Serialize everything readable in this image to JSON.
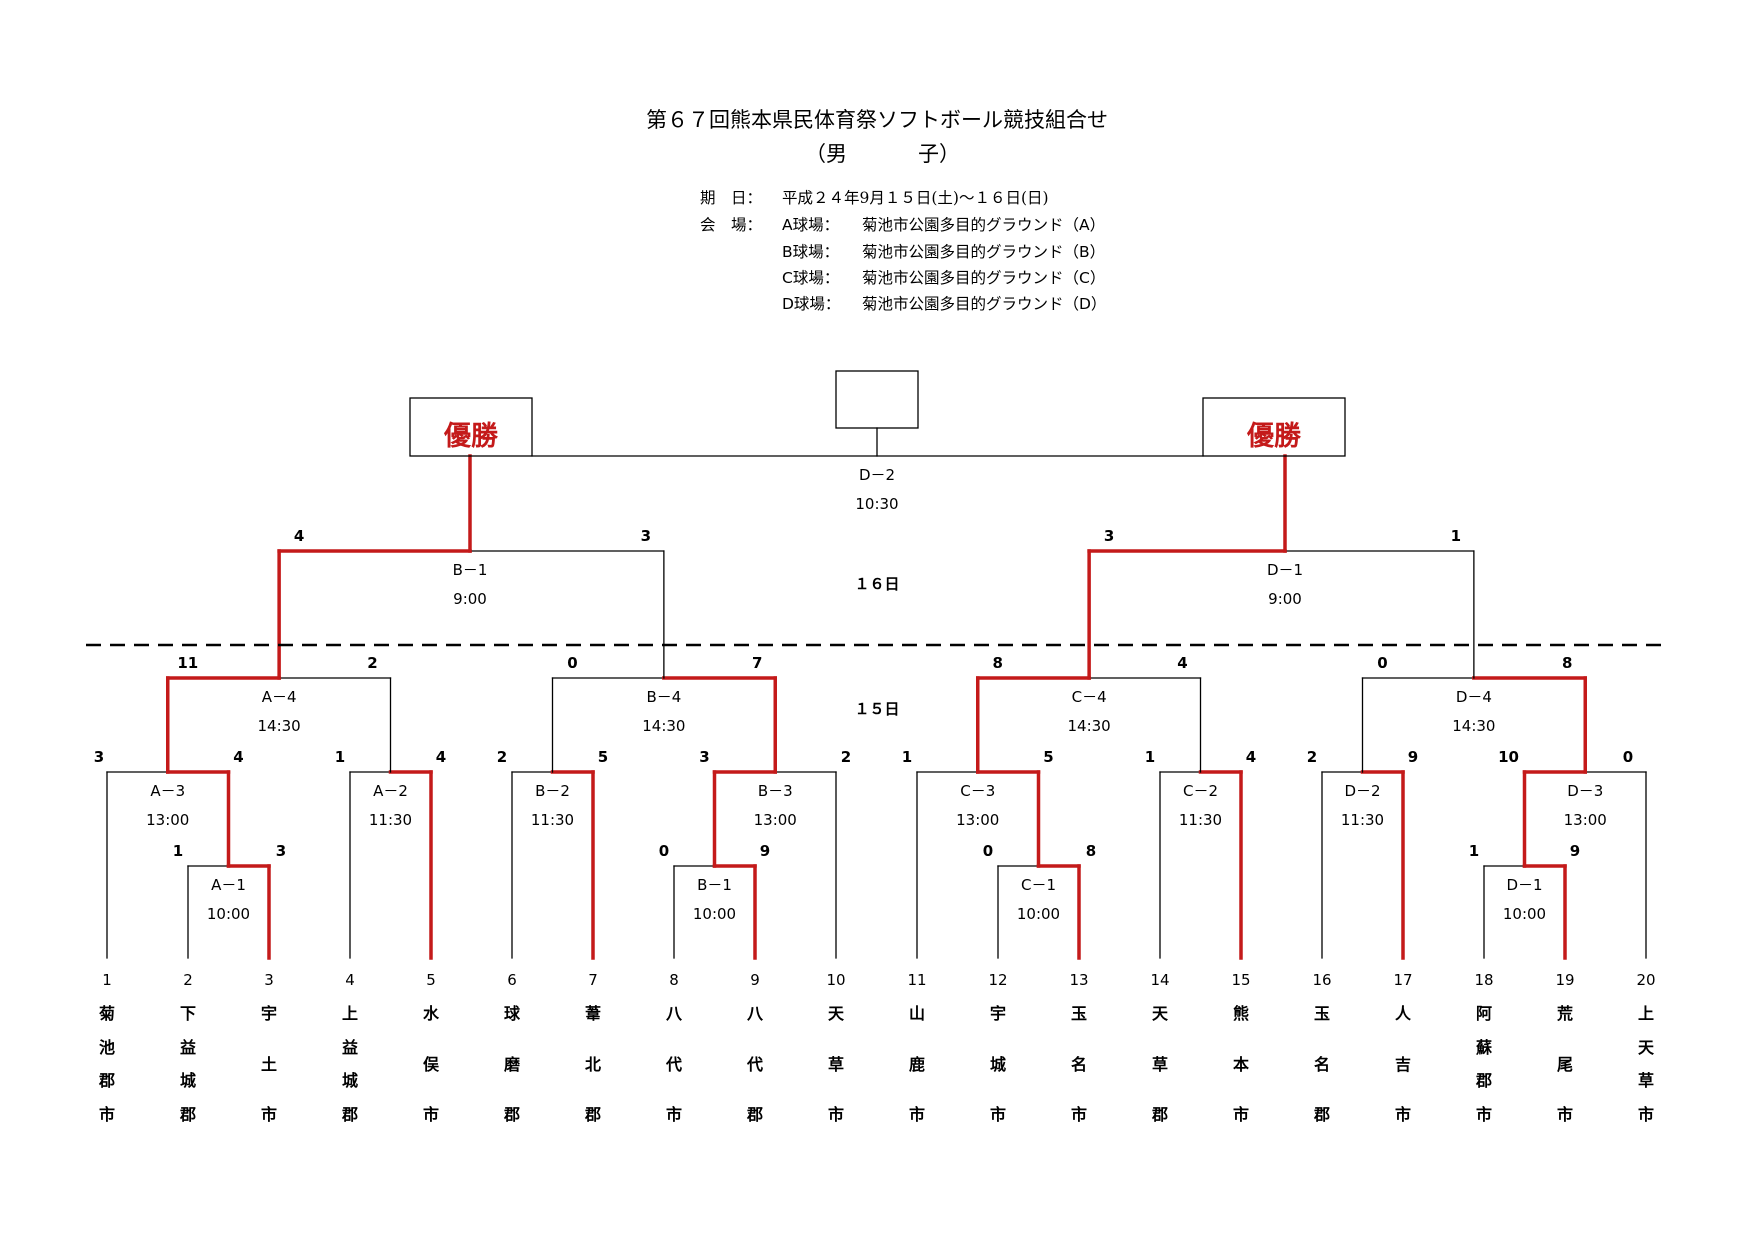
{
  "header": {
    "title": "第６７回熊本県民体育祭ソフトボール競技組合せ",
    "subtitle_open": "（男",
    "subtitle_close": "子）",
    "date_label": "期　日：",
    "date_value": "平成２４年9月１５日(土)～１６日(日)",
    "venue_label": "会　場：",
    "venues": [
      {
        "field": "A球場：",
        "name": "菊池市公園多目的グラウンド（A）"
      },
      {
        "field": "B球場：",
        "name": "菊池市公園多目的グラウンド（B）"
      },
      {
        "field": "C球場：",
        "name": "菊池市公園多目的グラウンド（C）"
      },
      {
        "field": "D球場：",
        "name": "菊池市公園多目的グラウンド（D）"
      }
    ]
  },
  "champion_label": "優勝",
  "day_labels": {
    "day2": "１６日",
    "day1": "１５日"
  },
  "colors": {
    "winner_line": "#c41a1a",
    "line": "#000000",
    "champion_text": "#c41a1a"
  },
  "teams": [
    {
      "no": "1",
      "chars": [
        "菊",
        "池",
        "郡",
        "市"
      ]
    },
    {
      "no": "2",
      "chars": [
        "下",
        "益",
        "城",
        "郡"
      ]
    },
    {
      "no": "3",
      "chars": [
        "宇",
        "土",
        "市"
      ]
    },
    {
      "no": "4",
      "chars": [
        "上",
        "益",
        "城",
        "郡"
      ]
    },
    {
      "no": "5",
      "chars": [
        "水",
        "俣",
        "市"
      ]
    },
    {
      "no": "6",
      "chars": [
        "球",
        "磨",
        "郡"
      ]
    },
    {
      "no": "7",
      "chars": [
        "葦",
        "北",
        "郡"
      ]
    },
    {
      "no": "8",
      "chars": [
        "八",
        "代",
        "市"
      ]
    },
    {
      "no": "9",
      "chars": [
        "八",
        "代",
        "郡"
      ]
    },
    {
      "no": "10",
      "chars": [
        "天",
        "草",
        "市"
      ]
    },
    {
      "no": "11",
      "chars": [
        "山",
        "鹿",
        "市"
      ]
    },
    {
      "no": "12",
      "chars": [
        "宇",
        "城",
        "市"
      ]
    },
    {
      "no": "13",
      "chars": [
        "玉",
        "名",
        "市"
      ]
    },
    {
      "no": "14",
      "chars": [
        "天",
        "草",
        "郡"
      ]
    },
    {
      "no": "15",
      "chars": [
        "熊",
        "本",
        "市"
      ]
    },
    {
      "no": "16",
      "chars": [
        "玉",
        "名",
        "郡"
      ]
    },
    {
      "no": "17",
      "chars": [
        "人",
        "吉",
        "市"
      ]
    },
    {
      "no": "18",
      "chars": [
        "阿",
        "蘇",
        "郡",
        "市"
      ]
    },
    {
      "no": "19",
      "chars": [
        "荒",
        "尾",
        "市"
      ]
    },
    {
      "no": "20",
      "chars": [
        "上",
        "天",
        "草",
        "市"
      ]
    }
  ],
  "matches": [
    {
      "id": "R1-A1",
      "code": "A－1",
      "time": "10:00",
      "score_left": "1",
      "score_right": "3",
      "winner": "right"
    },
    {
      "id": "R1-B1",
      "code": "B－1",
      "time": "10:00",
      "score_left": "0",
      "score_right": "9",
      "winner": "right"
    },
    {
      "id": "R1-C1",
      "code": "C－1",
      "time": "10:00",
      "score_left": "0",
      "score_right": "8",
      "winner": "right"
    },
    {
      "id": "R1-D1",
      "code": "D－1",
      "time": "10:00",
      "score_left": "1",
      "score_right": "9",
      "winner": "right"
    },
    {
      "id": "R2-A3",
      "code": "A－3",
      "time": "13:00",
      "score_left": "3",
      "score_right": "4",
      "winner": "right"
    },
    {
      "id": "R2-A2",
      "code": "A－2",
      "time": "11:30",
      "score_left": "1",
      "score_right": "4",
      "winner": "right"
    },
    {
      "id": "R2-B2",
      "code": "B－2",
      "time": "11:30",
      "score_left": "2",
      "score_right": "5",
      "winner": "right"
    },
    {
      "id": "R2-B3",
      "code": "B－3",
      "time": "13:00",
      "score_left": "3",
      "score_right": "2",
      "winner": "left"
    },
    {
      "id": "R2-C3",
      "code": "C－3",
      "time": "13:00",
      "score_left": "1",
      "score_right": "5",
      "winner": "right"
    },
    {
      "id": "R2-C2",
      "code": "C－2",
      "time": "11:30",
      "score_left": "1",
      "score_right": "4",
      "winner": "right"
    },
    {
      "id": "R2-D2",
      "code": "D－2",
      "time": "11:30",
      "score_left": "2",
      "score_right": "9",
      "winner": "right"
    },
    {
      "id": "R2-D3",
      "code": "D－3",
      "time": "13:00",
      "score_left": "10",
      "score_right": "0",
      "winner": "left"
    },
    {
      "id": "R3-A4",
      "code": "A－4",
      "time": "14:30",
      "score_left": "11",
      "score_right": "2",
      "winner": "left"
    },
    {
      "id": "R3-B4",
      "code": "B－4",
      "time": "14:30",
      "score_left": "0",
      "score_right": "7",
      "winner": "right"
    },
    {
      "id": "R3-C4",
      "code": "C－4",
      "time": "14:30",
      "score_left": "8",
      "score_right": "4",
      "winner": "left"
    },
    {
      "id": "R3-D4",
      "code": "D－4",
      "time": "14:30",
      "score_left": "0",
      "score_right": "8",
      "winner": "right"
    },
    {
      "id": "SF-B1",
      "code": "B－1",
      "time": "9:00",
      "score_left": "4",
      "score_right": "3",
      "winner": "left"
    },
    {
      "id": "SF-D1",
      "code": "D－1",
      "time": "9:00",
      "score_left": "3",
      "score_right": "1",
      "winner": "left"
    },
    {
      "id": "F-D2",
      "code": "D－2",
      "time": "10:30",
      "score_left": "",
      "score_right": "",
      "winner": ""
    }
  ]
}
